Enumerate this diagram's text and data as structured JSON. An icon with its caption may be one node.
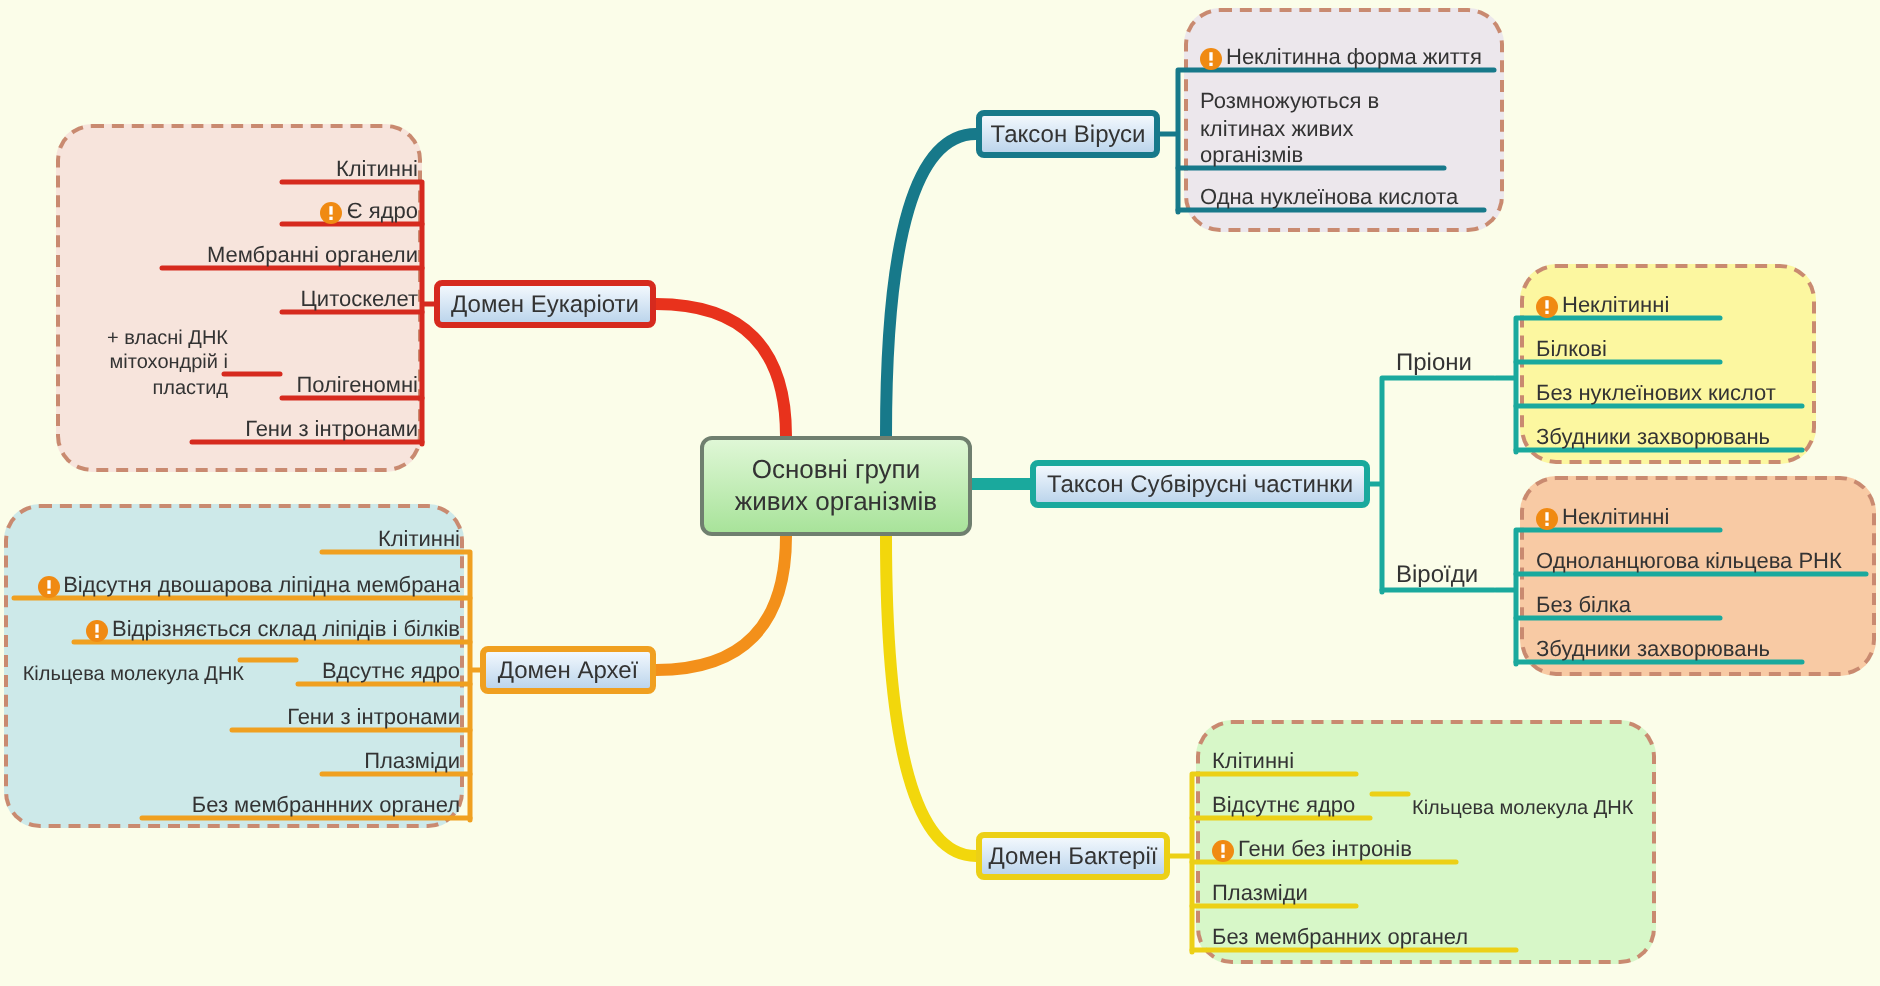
{
  "diagram": {
    "nodes": [
      {
        "text": [
          "Основні групи живих організмів"
        ]
      },
      {
        "text": [
          "Домен Еукаріоти"
        ]
      },
      {
        "text": [],
        "shape": "cloud"
      },
      {
        "text": [
          "Клітинні"
        ],
        "in": 2
      },
      {
        "text": [
          "Є ядро"
        ],
        "in": 2
      },
      {
        "text": [
          "Мембранні органели"
        ],
        "in": 2
      },
      {
        "text": [
          "Цитоскелет"
        ],
        "in": 2
      },
      {
        "text": [
          "Полігеномні"
        ],
        "in": 2
      },
      {
        "text": [
          "+ власні ДНК мітохондрій і пластид"
        ],
        "in": 2
      },
      {
        "text": [
          "Гени з інтронами"
        ],
        "in": 2
      },
      {
        "text": [
          "Домен Археї"
        ]
      },
      {
        "text": [],
        "shape": "cloud"
      },
      {
        "text": [
          "Клітинні"
        ],
        "in": 11
      },
      {
        "text": [
          "Відсутня двошарова ліпідна мембрана"
        ],
        "in": 11
      },
      {
        "text": [
          "Відрізняється склад ліпідів і білків"
        ],
        "in": 11
      },
      {
        "text": [
          "Вдсутнє ядро"
        ],
        "in": 11
      },
      {
        "text": [
          "Кільцева молекула ДНК"
        ],
        "in": 11
      },
      {
        "text": [
          "Гени з інтронами"
        ],
        "in": 11
      },
      {
        "text": [
          "Плазміди"
        ],
        "in": 11
      },
      {
        "text": [
          "Без мембраннних органел"
        ],
        "in": 11
      },
      {
        "text": [
          "Таксон Віруси"
        ]
      },
      {
        "text": [],
        "shape": "cloud"
      },
      {
        "text": [
          "Неклітинна форма життя"
        ],
        "in": 21
      },
      {
        "text": [
          "Розмножуються в клітинах живих організмів"
        ],
        "in": 21
      },
      {
        "text": [
          "Одна нуклеїнова кислота"
        ],
        "in": 21
      },
      {
        "text": [
          "Таксон Субвірусні частинки"
        ]
      },
      {
        "text": [
          "Пріони"
        ]
      },
      {
        "text": [],
        "shape": "cloud"
      },
      {
        "text": [
          "Неклітинні"
        ],
        "in": 27
      },
      {
        "text": [
          "Білкові"
        ],
        "in": 27
      },
      {
        "text": [
          "Без нуклеїнових кислот"
        ],
        "in": 27
      },
      {
        "text": [
          "Збудники захворювань"
        ],
        "in": 27
      },
      {
        "text": [
          "Віроїди"
        ]
      },
      {
        "text": [],
        "shape": "cloud"
      },
      {
        "text": [
          "Неклітинні"
        ],
        "in": 33
      },
      {
        "text": [
          "Одноланцюгова кільцева РНК"
        ],
        "in": 33
      },
      {
        "text": [
          "Без білка"
        ],
        "in": 33
      },
      {
        "text": [
          "Збудники захворювань"
        ],
        "in": 33
      },
      {
        "text": [
          "Домен Бактерії"
        ]
      },
      {
        "text": [],
        "shape": "cloud"
      },
      {
        "text": [
          "Клітинні"
        ],
        "in": 39
      },
      {
        "text": [
          "Відсутнє ядро"
        ],
        "in": 39
      },
      {
        "text": [
          "Кільцева молекула ДНК"
        ],
        "in": 39
      },
      {
        "text": [
          "Гени без інтронів"
        ],
        "in": 39
      },
      {
        "text": [
          "Плазміди"
        ],
        "in": 39
      },
      {
        "text": [
          "Без мембранних органел"
        ],
        "in": 39
      }
    ],
    "edges": [
      {
        "from": 0,
        "to": 1,
        "arrow": "none",
        "style": "thick",
        "color": "#e8321c"
      },
      {
        "from": 1,
        "to": 3,
        "arrow": "none",
        "color": "#d62a1e"
      },
      {
        "from": 1,
        "to": 4,
        "arrow": "none",
        "color": "#d62a1e"
      },
      {
        "from": 1,
        "to": 5,
        "arrow": "none",
        "color": "#d62a1e"
      },
      {
        "from": 1,
        "to": 6,
        "arrow": "none",
        "color": "#d62a1e"
      },
      {
        "from": 1,
        "to": 7,
        "arrow": "none",
        "color": "#d62a1e"
      },
      {
        "from": 7,
        "to": 8,
        "arrow": "none",
        "color": "#d62a1e"
      },
      {
        "from": 1,
        "to": 9,
        "arrow": "none",
        "color": "#d62a1e"
      },
      {
        "from": 0,
        "to": 10,
        "arrow": "none",
        "style": "thick",
        "color": "#f3901a"
      },
      {
        "from": 10,
        "to": 12,
        "arrow": "none",
        "color": "#f0a020"
      },
      {
        "from": 10,
        "to": 13,
        "arrow": "none",
        "color": "#f0a020"
      },
      {
        "from": 10,
        "to": 14,
        "arrow": "none",
        "color": "#f0a020"
      },
      {
        "from": 10,
        "to": 15,
        "arrow": "none",
        "color": "#f0a020"
      },
      {
        "from": 15,
        "to": 16,
        "arrow": "none",
        "color": "#f0a020"
      },
      {
        "from": 10,
        "to": 17,
        "arrow": "none",
        "color": "#f0a020"
      },
      {
        "from": 10,
        "to": 18,
        "arrow": "none",
        "color": "#f0a020"
      },
      {
        "from": 10,
        "to": 19,
        "arrow": "none",
        "color": "#f0a020"
      },
      {
        "from": 0,
        "to": 20,
        "arrow": "none",
        "style": "thick",
        "color": "#17798a"
      },
      {
        "from": 20,
        "to": 22,
        "arrow": "none",
        "color": "#17798a"
      },
      {
        "from": 20,
        "to": 23,
        "arrow": "none",
        "color": "#17798a"
      },
      {
        "from": 20,
        "to": 24,
        "arrow": "none",
        "color": "#17798a"
      },
      {
        "from": 0,
        "to": 25,
        "arrow": "none",
        "style": "thick",
        "color": "#1aa99d"
      },
      {
        "from": 25,
        "to": 26,
        "arrow": "none",
        "color": "#1aa99d"
      },
      {
        "from": 26,
        "to": 28,
        "arrow": "none",
        "color": "#1aa99d"
      },
      {
        "from": 26,
        "to": 29,
        "arrow": "none",
        "color": "#1aa99d"
      },
      {
        "from": 26,
        "to": 30,
        "arrow": "none",
        "color": "#1aa99d"
      },
      {
        "from": 26,
        "to": 31,
        "arrow": "none",
        "color": "#1aa99d"
      },
      {
        "from": 25,
        "to": 32,
        "arrow": "none",
        "color": "#1aa99d"
      },
      {
        "from": 32,
        "to": 34,
        "arrow": "none",
        "color": "#1aa99d"
      },
      {
        "from": 32,
        "to": 35,
        "arrow": "none",
        "color": "#1aa99d"
      },
      {
        "from": 32,
        "to": 36,
        "arrow": "none",
        "color": "#1aa99d"
      },
      {
        "from": 32,
        "to": 37,
        "arrow": "none",
        "color": "#1aa99d"
      },
      {
        "from": 0,
        "to": 38,
        "arrow": "none",
        "style": "thick",
        "color": "#f2d70c"
      },
      {
        "from": 38,
        "to": 40,
        "arrow": "none",
        "color": "#ecd016"
      },
      {
        "from": 38,
        "to": 41,
        "arrow": "none",
        "color": "#ecd016"
      },
      {
        "from": 41,
        "to": 42,
        "arrow": "none",
        "color": "#ecd016"
      },
      {
        "from": 38,
        "to": 43,
        "arrow": "none",
        "color": "#ecd016"
      },
      {
        "from": 38,
        "to": 44,
        "arrow": "none",
        "color": "#ecd016"
      },
      {
        "from": 38,
        "to": 45,
        "arrow": "none",
        "color": "#ecd016"
      }
    ]
  }
}
